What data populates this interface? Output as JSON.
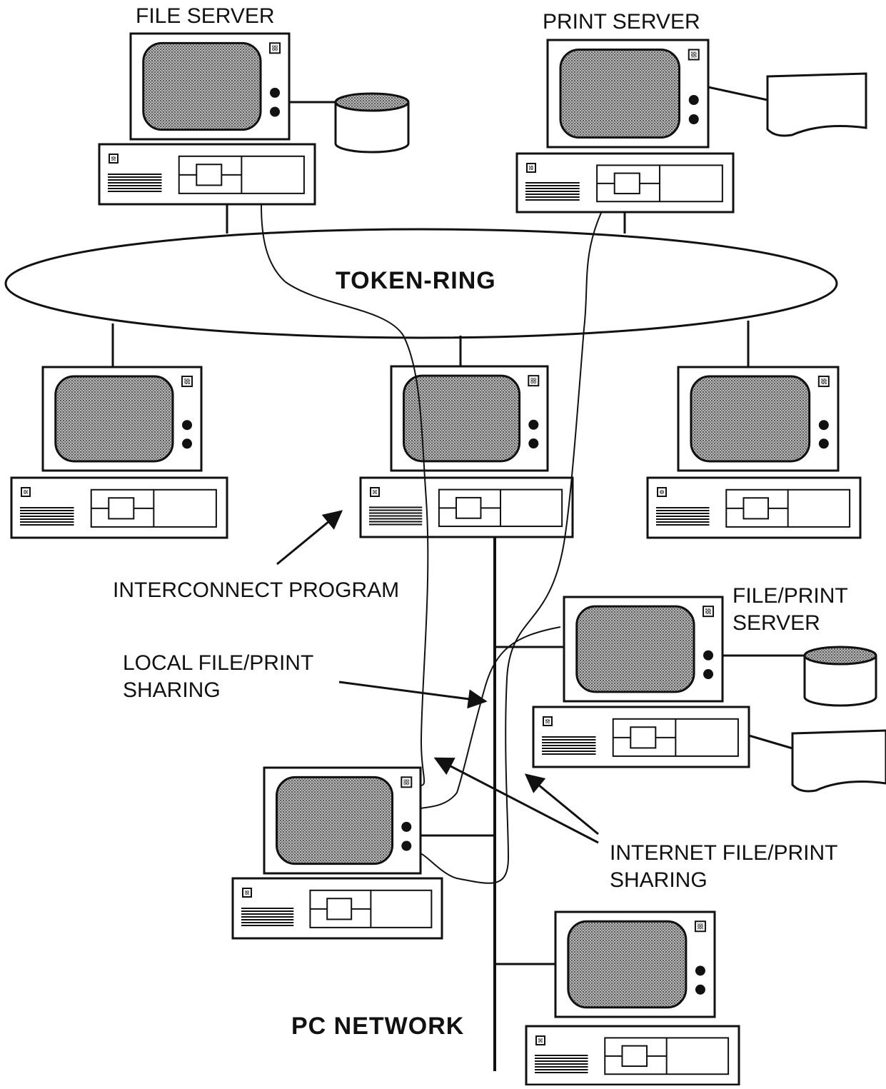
{
  "labels": {
    "file_server": "FILE SERVER",
    "print_server": "PRINT SERVER",
    "token_ring": "TOKEN-RING",
    "interconnect_program": "INTERCONNECT PROGRAM",
    "file_print_server_line1": "FILE/PRINT",
    "file_print_server_line2": "SERVER",
    "local_sharing_line1": "LOCAL FILE/PRINT",
    "local_sharing_line2": "SHARING",
    "internet_sharing_line1": "INTERNET FILE/PRINT",
    "internet_sharing_line2": "SHARING",
    "pc_network": "PC  NETWORK"
  },
  "colors": {
    "ink": "#111111",
    "screen": "#9a9a9a",
    "paper": "#ffffff"
  }
}
